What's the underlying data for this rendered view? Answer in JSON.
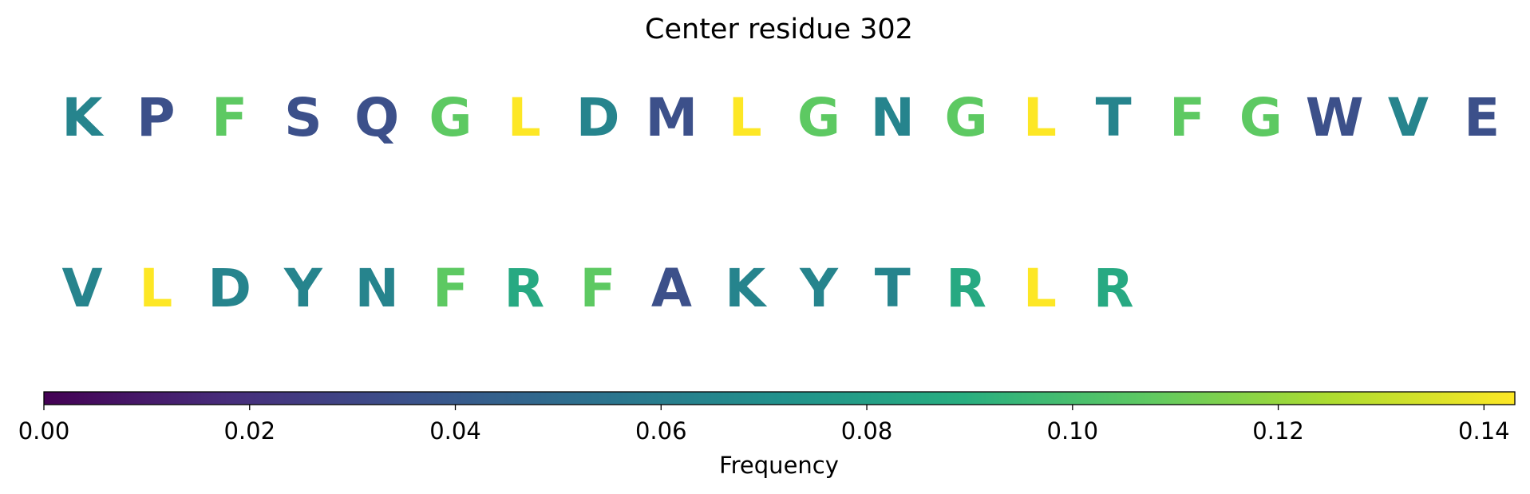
{
  "chart_data": {
    "type": "sequence-logo",
    "title": "Center residue 302",
    "rows": [
      [
        {
          "letter": "K",
          "frequency": 0.064
        },
        {
          "letter": "P",
          "frequency": 0.035
        },
        {
          "letter": "F",
          "frequency": 0.107
        },
        {
          "letter": "S",
          "frequency": 0.035
        },
        {
          "letter": "Q",
          "frequency": 0.035
        },
        {
          "letter": "G",
          "frequency": 0.107
        },
        {
          "letter": "L",
          "frequency": 0.143
        },
        {
          "letter": "D",
          "frequency": 0.064
        },
        {
          "letter": "M",
          "frequency": 0.035
        },
        {
          "letter": "L",
          "frequency": 0.143
        },
        {
          "letter": "G",
          "frequency": 0.107
        },
        {
          "letter": "N",
          "frequency": 0.064
        },
        {
          "letter": "G",
          "frequency": 0.107
        },
        {
          "letter": "L",
          "frequency": 0.143
        },
        {
          "letter": "T",
          "frequency": 0.064
        },
        {
          "letter": "F",
          "frequency": 0.107
        },
        {
          "letter": "G",
          "frequency": 0.107
        },
        {
          "letter": "W",
          "frequency": 0.035
        },
        {
          "letter": "V",
          "frequency": 0.064
        },
        {
          "letter": "E",
          "frequency": 0.035
        }
      ],
      [
        {
          "letter": "V",
          "frequency": 0.064
        },
        {
          "letter": "L",
          "frequency": 0.143
        },
        {
          "letter": "D",
          "frequency": 0.064
        },
        {
          "letter": "Y",
          "frequency": 0.064
        },
        {
          "letter": "N",
          "frequency": 0.064
        },
        {
          "letter": "F",
          "frequency": 0.107
        },
        {
          "letter": "R",
          "frequency": 0.086
        },
        {
          "letter": "F",
          "frequency": 0.107
        },
        {
          "letter": "A",
          "frequency": 0.035
        },
        {
          "letter": "K",
          "frequency": 0.064
        },
        {
          "letter": "Y",
          "frequency": 0.064
        },
        {
          "letter": "T",
          "frequency": 0.064
        },
        {
          "letter": "R",
          "frequency": 0.086
        },
        {
          "letter": "L",
          "frequency": 0.143
        },
        {
          "letter": "R",
          "frequency": 0.086
        }
      ]
    ],
    "colorbar": {
      "label": "Frequency",
      "colormap": "viridis",
      "range": [
        0,
        0.143
      ],
      "ticks": [
        0.0,
        0.02,
        0.04,
        0.06,
        0.08,
        0.1,
        0.12,
        0.14
      ],
      "tick_labels": [
        "0.00",
        "0.02",
        "0.04",
        "0.06",
        "0.08",
        "0.10",
        "0.12",
        "0.14"
      ]
    }
  }
}
